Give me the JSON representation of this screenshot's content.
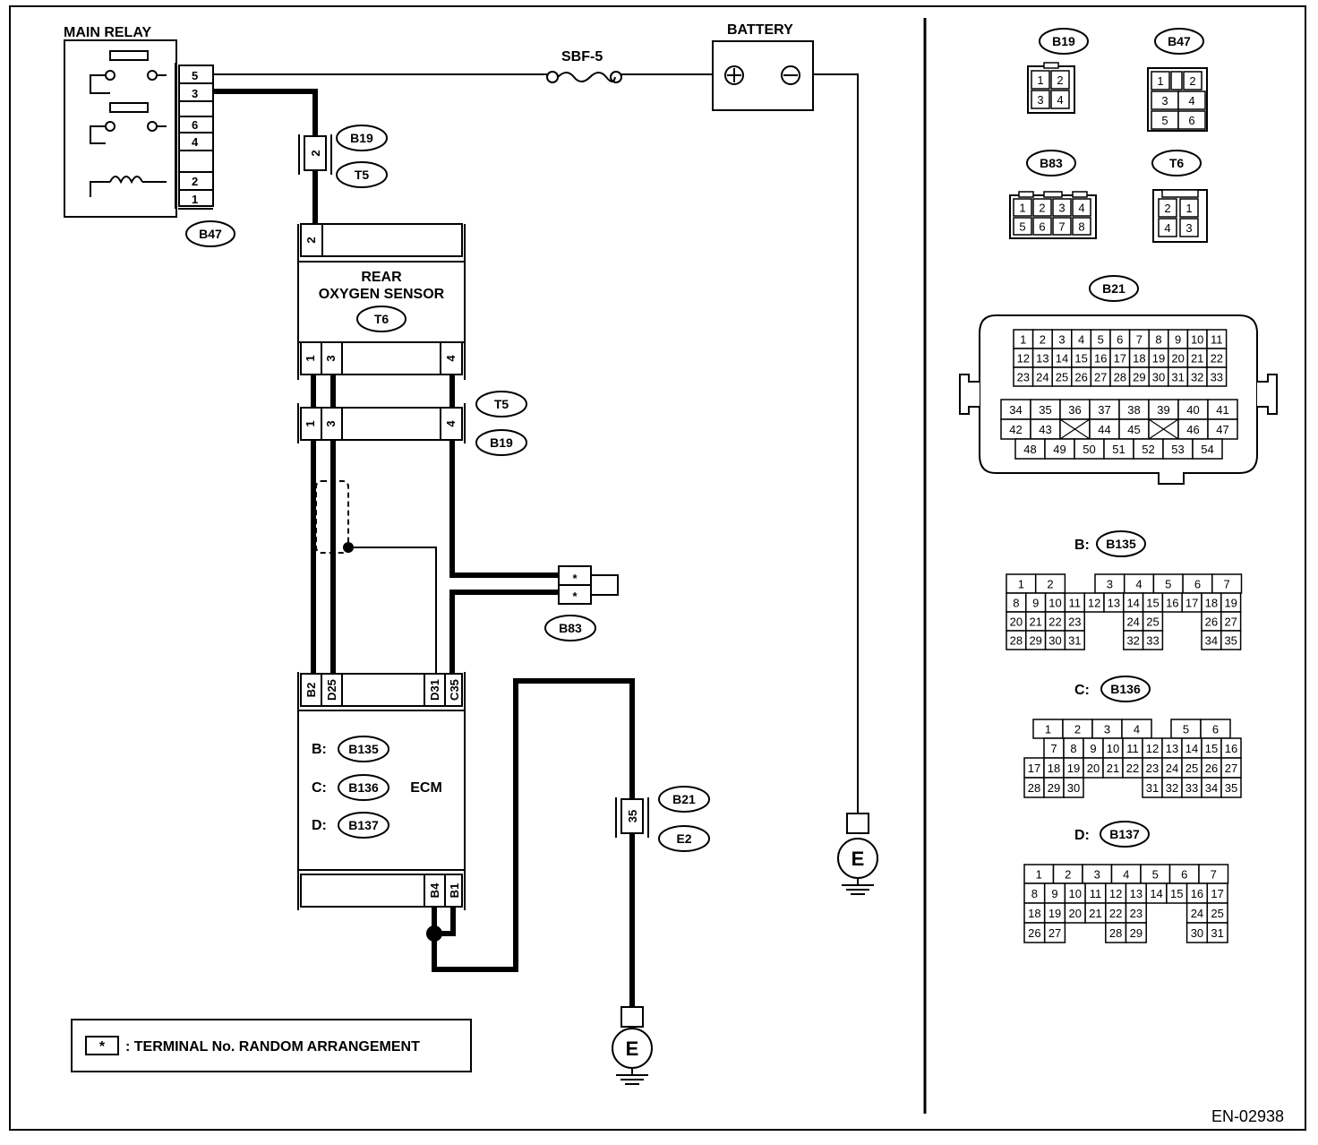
{
  "labels": {
    "main_relay": "MAIN RELAY",
    "battery": "BATTERY",
    "fuse": "SBF-5",
    "rear_o2_line1": "REAR",
    "rear_o2_line2": "OXYGEN SENSOR",
    "ecm": "ECM",
    "b_prefix": "B:",
    "c_prefix": "C:",
    "d_prefix": "D:",
    "ground": "E",
    "legend_symbol": "*",
    "legend_text": ": TERMINAL No. RANDOM ARRANGEMENT",
    "figure_id": "EN-02938"
  },
  "connector_ids": {
    "B19": "B19",
    "B47": "B47",
    "B83": "B83",
    "T6": "T6",
    "T5": "T5",
    "B21": "B21",
    "E2": "E2",
    "B135": "B135",
    "B136": "B136",
    "B137": "B137"
  },
  "wire_terminals": {
    "relay": [
      "5",
      "3",
      "6",
      "4",
      "2",
      "1"
    ],
    "b19_t5_inline": "2",
    "o2_top": "2",
    "o2_bottom": [
      "1",
      "3",
      "4"
    ],
    "t5_b19_lower": [
      "1",
      "3",
      "4"
    ],
    "b83": [
      "*",
      "*"
    ],
    "ecm_top": [
      "B2",
      "D25",
      "D31",
      "C35"
    ],
    "ecm_bottom": [
      "B4",
      "B1"
    ],
    "b21_inline": "35"
  },
  "connector_faces": {
    "B19": [
      [
        "1",
        "2"
      ],
      [
        "3",
        "4"
      ]
    ],
    "B47": [
      [
        "1",
        "2"
      ],
      [
        "3",
        "4"
      ],
      [
        "5",
        "6"
      ]
    ],
    "B83": [
      [
        "1",
        "2",
        "3",
        "4"
      ],
      [
        "5",
        "6",
        "7",
        "8"
      ]
    ],
    "T6": [
      [
        "2",
        "1"
      ],
      [
        "4",
        "3"
      ]
    ],
    "B21": {
      "row1": [
        "1",
        "2",
        "3",
        "4",
        "5",
        "6",
        "7",
        "8",
        "9",
        "10",
        "11"
      ],
      "row2": [
        "12",
        "13",
        "14",
        "15",
        "16",
        "17",
        "18",
        "19",
        "20",
        "21",
        "22"
      ],
      "row3": [
        "23",
        "24",
        "25",
        "26",
        "27",
        "28",
        "29",
        "30",
        "31",
        "32",
        "33"
      ],
      "row4": [
        "34",
        "35",
        "36",
        "37",
        "38",
        "39",
        "40",
        "41"
      ],
      "row5": [
        "42",
        "43",
        "",
        "44",
        "45",
        "",
        "46",
        "47"
      ],
      "row6": [
        "48",
        "49",
        "50",
        "51",
        "52",
        "53",
        "54"
      ]
    },
    "B135": {
      "row1": [
        "1",
        "2",
        "",
        "",
        "3",
        "4",
        "5",
        "6",
        "7"
      ],
      "row2": [
        "8",
        "9",
        "10",
        "11",
        "12",
        "13",
        "14",
        "15",
        "16",
        "17",
        "18",
        "19"
      ],
      "row3": [
        "20",
        "21",
        "22",
        "23",
        "",
        "",
        "24",
        "25",
        "",
        "",
        "26",
        "27"
      ],
      "row4": [
        "28",
        "29",
        "30",
        "31",
        "",
        "",
        "32",
        "33",
        "",
        "",
        "34",
        "35"
      ]
    },
    "B136": {
      "row1": [
        "",
        "1",
        "2",
        "3",
        "4",
        "",
        "5",
        "6"
      ],
      "row2": [
        "",
        "7",
        "8",
        "9",
        "10",
        "11",
        "12",
        "13",
        "14",
        "15",
        "16"
      ],
      "row3": [
        "17",
        "18",
        "19",
        "20",
        "21",
        "22",
        "23",
        "24",
        "25",
        "26",
        "27"
      ],
      "row4": [
        "28",
        "29",
        "30",
        "",
        "",
        "",
        "31",
        "32",
        "33",
        "34",
        "35"
      ]
    },
    "B137": {
      "row1": [
        "1",
        "2",
        "3",
        "4",
        "5",
        "6",
        "7"
      ],
      "row2": [
        "8",
        "9",
        "10",
        "11",
        "12",
        "13",
        "14",
        "15",
        "16",
        "17"
      ],
      "row3": [
        "18",
        "19",
        "20",
        "21",
        "22",
        "23",
        "",
        "",
        "24",
        "25"
      ],
      "row4": [
        "26",
        "27",
        "",
        "",
        "28",
        "29",
        "",
        "",
        "30",
        "31"
      ]
    }
  }
}
